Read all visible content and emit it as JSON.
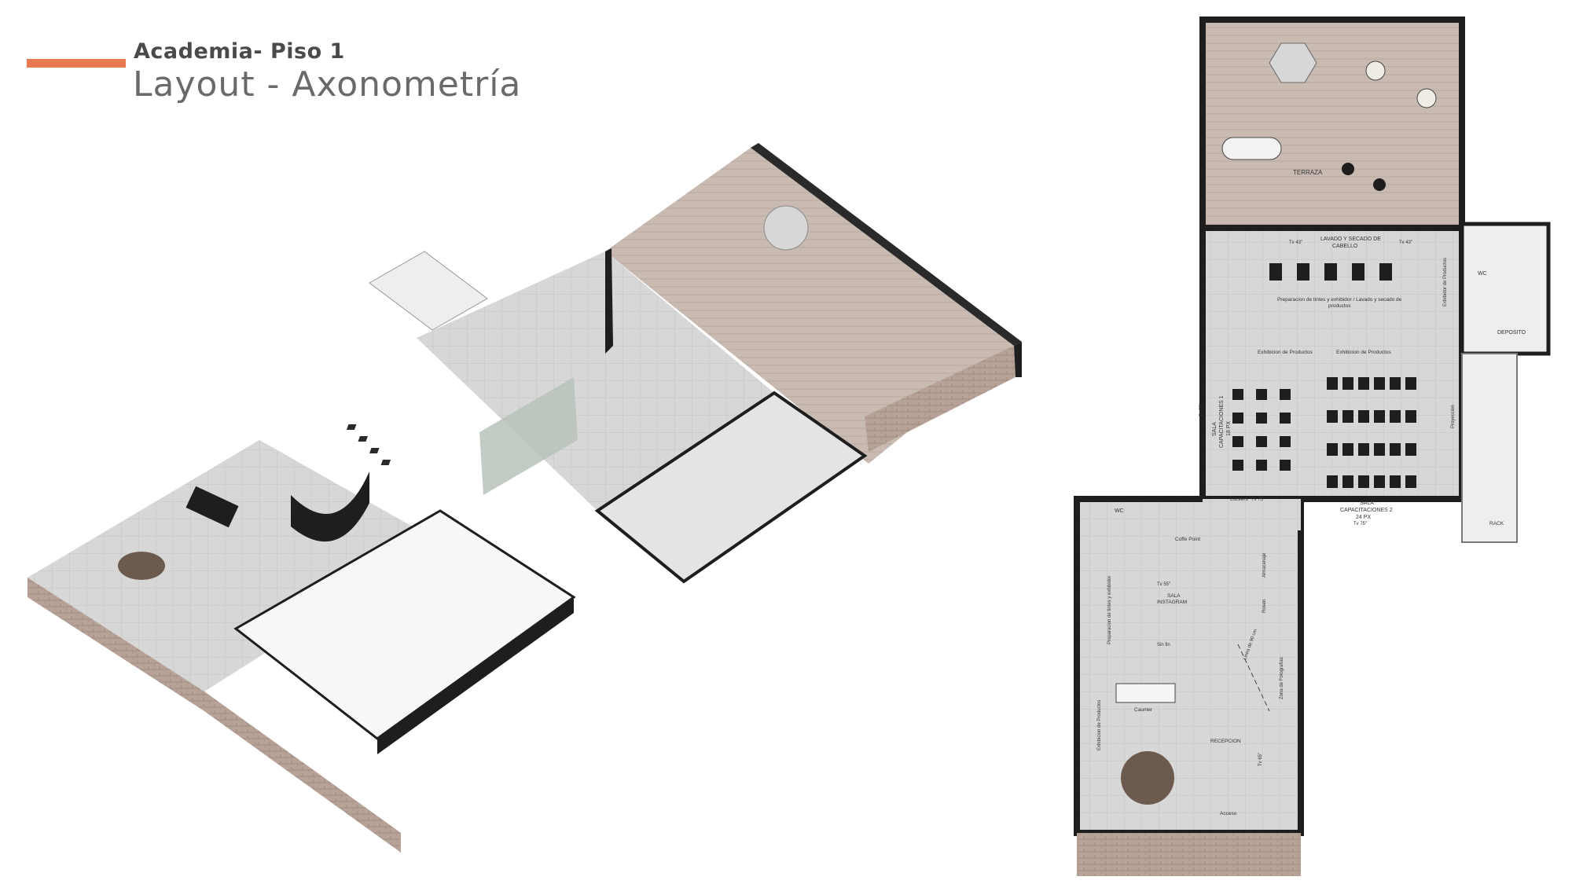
{
  "header": {
    "kicker": "Academia- Piso 1",
    "title": "Layout - Axonometría"
  },
  "plan_labels": {
    "terraza": "TERRAZA",
    "lavado_1": "LAVADO Y SECADO DE",
    "lavado_2": "CABELLO",
    "tv_left": "Tv 43\"",
    "tv_right": "Tv 43\"",
    "preparacion_1": "Preparacion de tintes y exhibidor / Lavado y secado de",
    "preparacion_2": "productos",
    "exhibicion_left": "Exhibicion de Productos",
    "exhibicion_right": "Exhibicion de Productos",
    "wc_top": "WC",
    "deposito": "DEPOSITO",
    "exhibidor_prod": "Exhibidor de Productos",
    "sala1_a": "SALA",
    "sala1_b": "CAPACITACIONES 1",
    "sala1_c": "18 PX",
    "tv_side": "Tv 75\"",
    "proyeccion": "Proyeccion",
    "lockers": "Lockers",
    "lockers_tv": "Tv 75\"",
    "sala2_a": "SALA",
    "sala2_b": "CAPACITACIONES 2",
    "sala2_c": "24 PX",
    "sala2_tv": "Tv 75\"",
    "rack": "RACK",
    "wc_bottom": "WC",
    "coffee": "Coffe Point",
    "tv55": "Tv 55\"",
    "sala_insta_a": "SALA",
    "sala_insta_b": "INSTAGRAM",
    "almacenaje": "Almacenaje",
    "rosen": "Rosen",
    "prep_tintes": "Preparacion de tintes y exhibidor",
    "sin_fin": "Sin fin",
    "zona_foto": "Zona de Fotografias",
    "linea": "Linea de 90 cm",
    "caunter": "Caunter",
    "exhibicion_prod": "Exhibicion de Productos",
    "recepcion": "RECEPCION",
    "tv65": "Tv 65\"",
    "acceso": "Acceso"
  },
  "colors": {
    "accent": "#e8784f",
    "brick": "#b9a49a",
    "floor": "#dcdcdc",
    "wall": "#1e1e1e"
  }
}
